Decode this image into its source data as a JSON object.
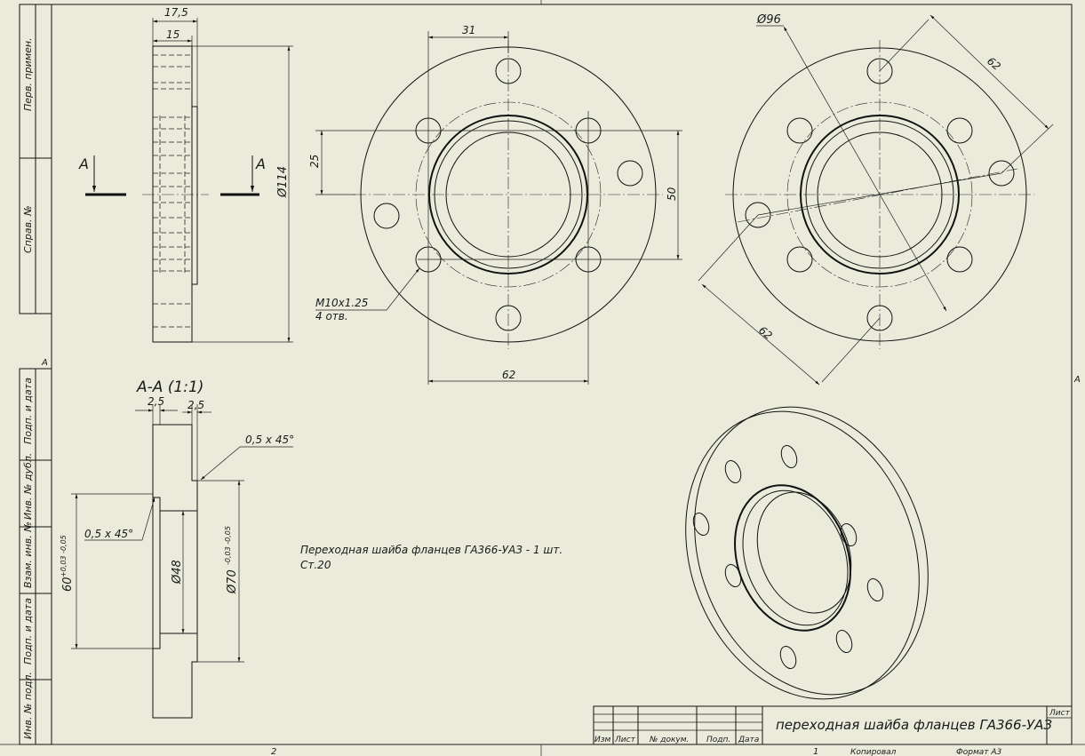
{
  "frame": {
    "side_labels": [
      "Перв. примен.",
      "Справ. №",
      "Подп. и дата",
      "Инв. № дубл.",
      "Взам. инв. №",
      "Подп. и дата",
      "Инв. № подл."
    ],
    "zone_letter_left": "А",
    "zone_letter_right": "А",
    "bottom_number_2": "2",
    "bottom_number_1": "1"
  },
  "side_view": {
    "dim_top_1": "17,5",
    "dim_top_2": "15",
    "dim_dia": "Ø114",
    "cut_label_left": "А",
    "cut_label_right": "А"
  },
  "front_view": {
    "dim_31": "31",
    "dim_25": "25",
    "dim_50": "50",
    "dim_62": "62",
    "thread_note_1": "M10x1.25",
    "thread_note_2": "4 отв."
  },
  "right_view": {
    "dim_dia96": "Ø96",
    "dim_62_a": "62",
    "dim_62_b": "62"
  },
  "section": {
    "title": "А-А (1:1)",
    "dim_25_left": "2,5",
    "dim_25_right": "2,5",
    "chamfer_right": "0,5 x 45°",
    "chamfer_left": "0,5 x 45°",
    "dim_60": "60",
    "tol_60": "+0,03 -0,05",
    "dim_48": "Ø48",
    "dim_70": "Ø70",
    "tol_70": "-0,03 -0,05"
  },
  "notes": {
    "line1": "Переходная шайба фланцев ГА366-УАЗ - 1 шт.",
    "line2": "Ст.20"
  },
  "title_block": {
    "title": "переходная шайба фланцев ГА366-УАЗ",
    "sheet_label": "Лист",
    "col_izm": "Изм",
    "col_list": "Лист",
    "col_doc": "№ докум.",
    "col_podp": "Подп.",
    "col_data": "Дата",
    "copied": "Копировал",
    "format": "Формат А3"
  }
}
